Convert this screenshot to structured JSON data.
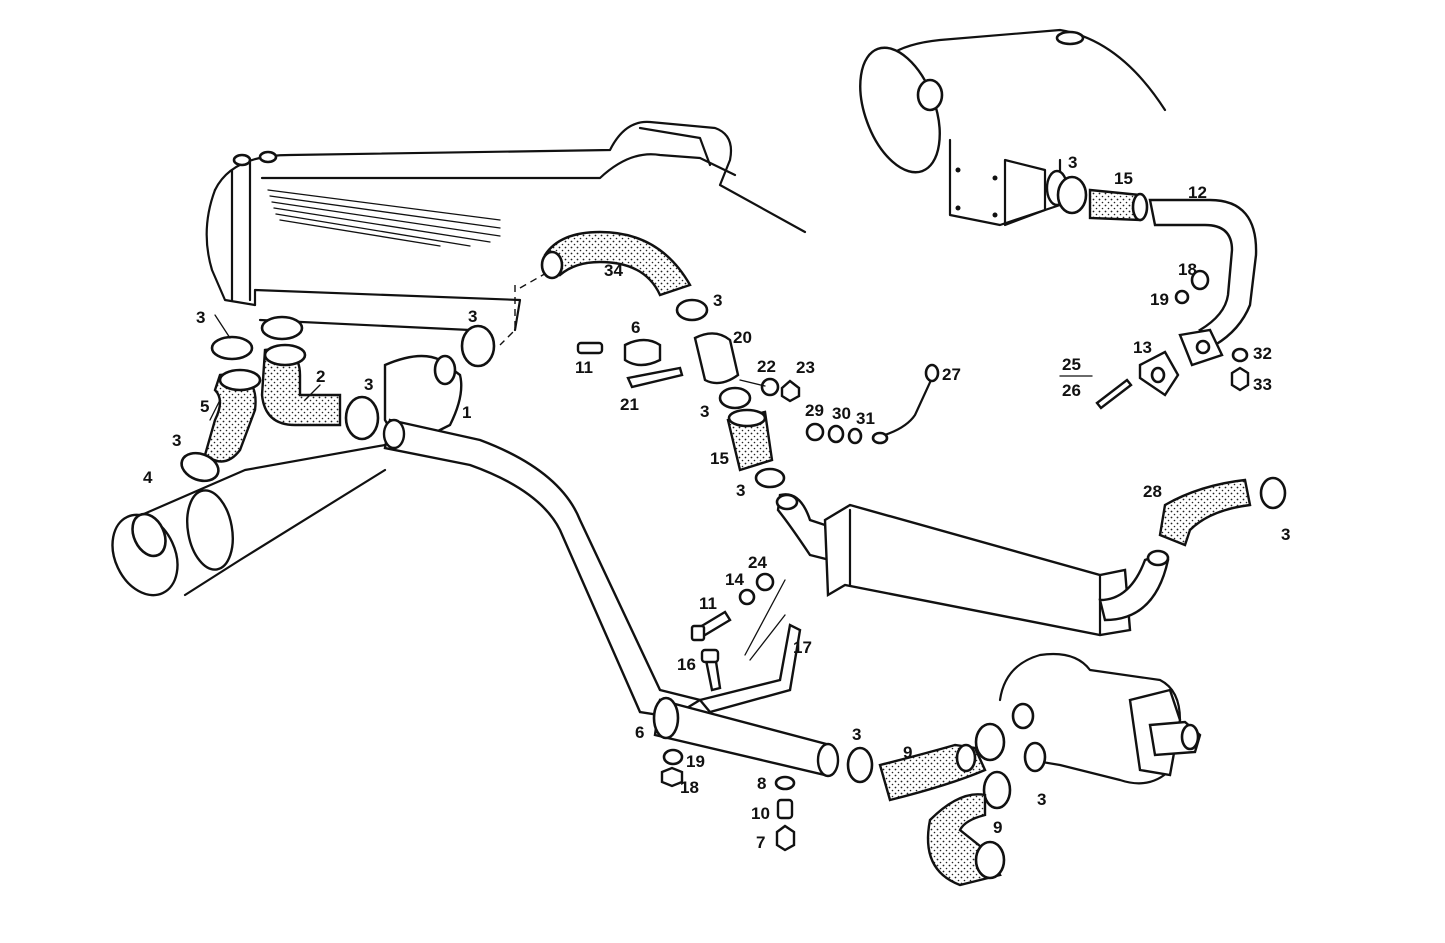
{
  "callouts": [
    {
      "id": "c1",
      "text": "1"
    },
    {
      "id": "c2",
      "text": "2"
    },
    {
      "id": "c3a",
      "text": "3"
    },
    {
      "id": "c3b",
      "text": "3"
    },
    {
      "id": "c3c",
      "text": "3"
    },
    {
      "id": "c3d",
      "text": "3"
    },
    {
      "id": "c3e",
      "text": "3"
    },
    {
      "id": "c3f",
      "text": "3"
    },
    {
      "id": "c3g",
      "text": "3"
    },
    {
      "id": "c3h",
      "text": "3"
    },
    {
      "id": "c3i",
      "text": "3"
    },
    {
      "id": "c3j",
      "text": "3"
    },
    {
      "id": "c3k",
      "text": "3"
    },
    {
      "id": "c4",
      "text": "4"
    },
    {
      "id": "c5",
      "text": "5"
    },
    {
      "id": "c6a",
      "text": "6"
    },
    {
      "id": "c6b",
      "text": "6"
    },
    {
      "id": "c7",
      "text": "7"
    },
    {
      "id": "c8",
      "text": "8"
    },
    {
      "id": "c9a",
      "text": "9"
    },
    {
      "id": "c9b",
      "text": "9"
    },
    {
      "id": "c10",
      "text": "10"
    },
    {
      "id": "c11a",
      "text": "11"
    },
    {
      "id": "c11b",
      "text": "11"
    },
    {
      "id": "c12",
      "text": "12"
    },
    {
      "id": "c13",
      "text": "13"
    },
    {
      "id": "c14",
      "text": "14"
    },
    {
      "id": "c15a",
      "text": "15"
    },
    {
      "id": "c15b",
      "text": "15"
    },
    {
      "id": "c16",
      "text": "16"
    },
    {
      "id": "c17",
      "text": "17"
    },
    {
      "id": "c18a",
      "text": "18"
    },
    {
      "id": "c18b",
      "text": "18"
    },
    {
      "id": "c19a",
      "text": "19"
    },
    {
      "id": "c19b",
      "text": "19"
    },
    {
      "id": "c20",
      "text": "20"
    },
    {
      "id": "c21",
      "text": "21"
    },
    {
      "id": "c22",
      "text": "22"
    },
    {
      "id": "c23",
      "text": "23"
    },
    {
      "id": "c24",
      "text": "24"
    },
    {
      "id": "c25",
      "text": "25"
    },
    {
      "id": "c26",
      "text": "26"
    },
    {
      "id": "c27",
      "text": "27"
    },
    {
      "id": "c28",
      "text": "28"
    },
    {
      "id": "c29",
      "text": "29"
    },
    {
      "id": "c30",
      "text": "30"
    },
    {
      "id": "c31",
      "text": "31"
    },
    {
      "id": "c32",
      "text": "32"
    },
    {
      "id": "c33",
      "text": "33"
    },
    {
      "id": "c34",
      "text": "34"
    }
  ]
}
